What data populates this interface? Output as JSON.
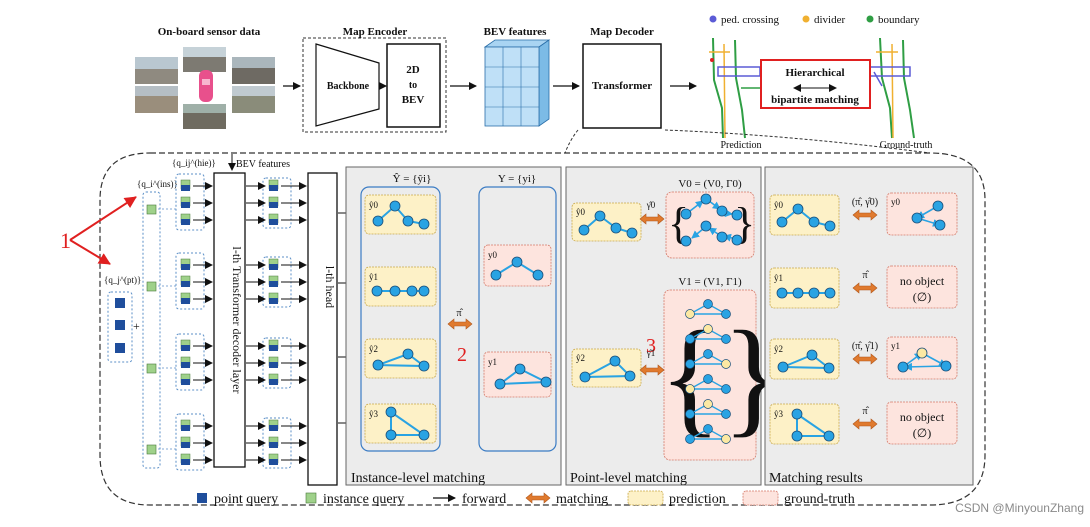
{
  "top": {
    "sensor_title": "On-board sensor data",
    "map_encoder_title": "Map Encoder",
    "backbone": "Backbone",
    "to_bev": [
      "2D",
      "to",
      "BEV"
    ],
    "bev_features_title": "BEV features",
    "map_decoder_title": "Map Decoder",
    "transformer": "Transformer",
    "legend_items": [
      "ped. crossing",
      "divider",
      "boundary"
    ],
    "hier_line1": "Hierarchical",
    "hier_line2": "bipartite matching",
    "prediction_label": "Prediction",
    "gt_label": "Ground-truth"
  },
  "left": {
    "q_ins": "{q_i^(ins)}",
    "q_pt": "{q_j^(pt)}",
    "q_hie": "{q_ij^(hie)}",
    "plus": "+",
    "bev_features": "BEV features",
    "decoder_layer": "l-th Transformer decoder layer",
    "head": "l-th head",
    "num_1": "1"
  },
  "instance_panel": {
    "title": "Instance-level matching",
    "y_hat_set": "Ŷ = {ŷi}",
    "y_set": "Y = {yi}",
    "pi": "π̂",
    "num_2": "2",
    "pred_labels": [
      "ŷ0",
      "ŷ1",
      "ŷ2",
      "ŷ3"
    ],
    "gt_labels": [
      "y0",
      "y1"
    ]
  },
  "point_panel": {
    "title": "Point-level matching",
    "v0": "V0 = (V0, Γ0)",
    "v1": "V1 = (V1, Γ1)",
    "gamma0": "γ̂0",
    "gamma1": "γ̂1",
    "num_3": "3",
    "pred_labels": [
      "ŷ0",
      "ŷ2"
    ]
  },
  "results_panel": {
    "title": "Matching results",
    "pred_labels": [
      "ŷ0",
      "ŷ1",
      "ŷ2",
      "ŷ3"
    ],
    "match_labels": [
      "(π̂, γ̂0)",
      "π̂",
      "(π̂, γ̂1)",
      "π̂"
    ],
    "gt_labels": [
      "y0",
      "",
      "y1",
      ""
    ],
    "no_object": "no object",
    "empty_set": "(∅)"
  },
  "legend": {
    "point_query": "point query",
    "instance_query": "instance query",
    "forward": "forward",
    "matching": "matching",
    "prediction": "prediction",
    "ground_truth": "ground-truth"
  },
  "colors": {
    "point_query": "#1f4e9c",
    "instance_query": "#9fd18a",
    "node_blue": "#29a3e3",
    "node_yellow": "#fde9a3",
    "pred_fill": "#fdf1c7",
    "gt_fill": "#fde4de",
    "panel_fill": "#ececec",
    "red_accent": "#e02020",
    "match_arrow": "#e07a2e",
    "ped_crossing": "#5b5bd6",
    "divider": "#f0b030",
    "boundary": "#2f9e44"
  },
  "watermark": "CSDN @MinyounZhang"
}
